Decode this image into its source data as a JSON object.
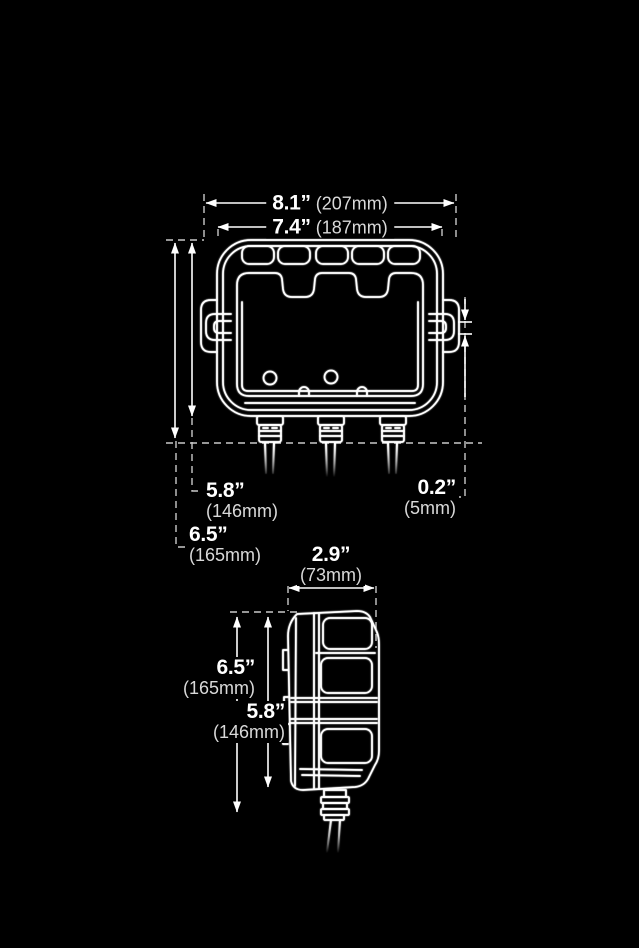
{
  "diagram": {
    "background": "#000000",
    "line_color": "#ffffff",
    "dash_color": "#c9c9c9",
    "rear_view": {
      "width_overall": {
        "inches": "8.1”",
        "metric": "(207mm)"
      },
      "width_body": {
        "inches": "7.4”",
        "metric": "(187mm)"
      },
      "height_body": {
        "inches": "5.8”",
        "metric": "(146mm)"
      },
      "height_overall": {
        "inches": "6.5”",
        "metric": "(165mm)"
      },
      "bracket_gap": {
        "inches": "0.2”",
        "metric": "(5mm)"
      }
    },
    "side_view": {
      "depth": {
        "inches": "2.9”",
        "metric": "(73mm)"
      },
      "height_overall": {
        "inches": "6.5”",
        "metric": "(165mm)"
      },
      "height_body": {
        "inches": "5.8”",
        "metric": "(146mm)"
      }
    }
  }
}
